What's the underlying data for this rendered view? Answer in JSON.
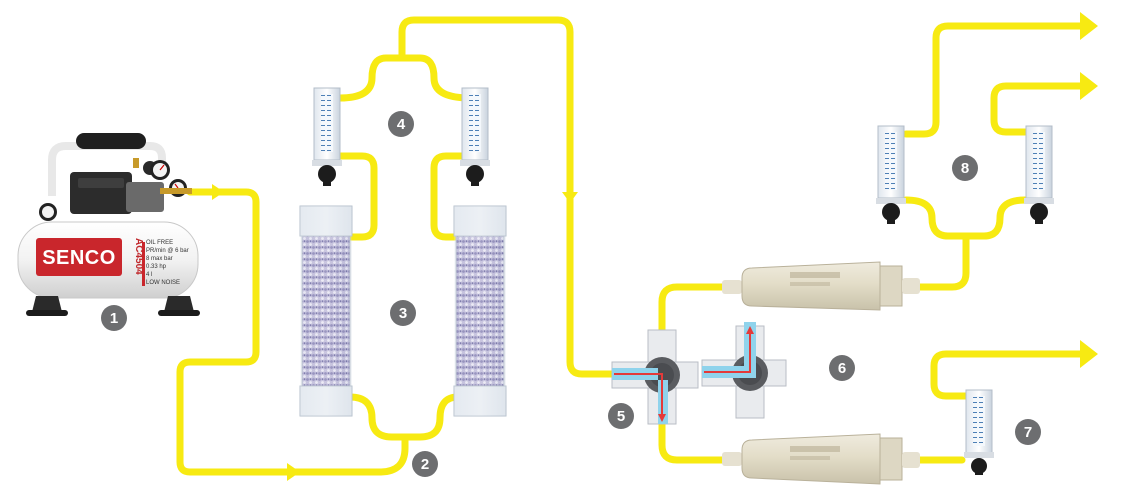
{
  "colors": {
    "pipe": "#f7ea12",
    "marker": "#6d6e70",
    "flow_red": "#e43a3a",
    "flow_blue": "#8fd3ec",
    "brand_red": "#c9262c"
  },
  "compressor": {
    "brand": "SENCO",
    "model": "AC4504",
    "specs": [
      "OIL FREE",
      "PR/min @ 6 bar",
      "8 max bar",
      "0.33 hp",
      "4 l",
      "LOW NOISE"
    ]
  },
  "markers": [
    {
      "id": "1",
      "label": "1"
    },
    {
      "id": "2",
      "label": "2"
    },
    {
      "id": "3",
      "label": "3"
    },
    {
      "id": "4",
      "label": "4"
    },
    {
      "id": "5",
      "label": "5"
    },
    {
      "id": "6",
      "label": "6"
    },
    {
      "id": "7",
      "label": "7"
    },
    {
      "id": "8",
      "label": "8"
    }
  ],
  "icons": {
    "compressor": "air-compressor-icon",
    "column": "adsorbent-column-icon",
    "flowmeter": "rotameter-icon",
    "valve": "three-way-valve-icon",
    "cartridge": "filter-cartridge-icon",
    "arrow": "flow-arrow-icon"
  }
}
